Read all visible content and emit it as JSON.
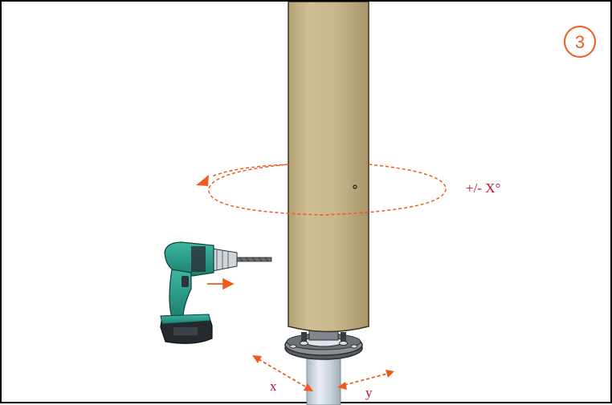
{
  "step": {
    "number": "3"
  },
  "annotations": {
    "rotation_label": "+/- X°",
    "x_label": "x",
    "y_label": "y"
  },
  "colors": {
    "accent": "#f05a1e",
    "annotation_text": "#c8102e",
    "tube": "#c4b488",
    "drill_body": "#2a9d8a",
    "steel": "#c8d4dc"
  },
  "icons": {
    "drill": "cordless-drill-icon",
    "rotation_arrow": "rotation-arrow-icon"
  }
}
